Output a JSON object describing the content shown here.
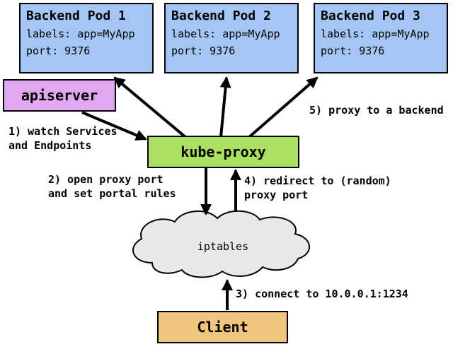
{
  "pods": [
    {
      "title": "Backend Pod 1",
      "labels": "labels: app=MyApp",
      "port": "port: 9376"
    },
    {
      "title": "Backend Pod 2",
      "labels": "labels: app=MyApp",
      "port": "port: 9376"
    },
    {
      "title": "Backend Pod 3",
      "labels": "labels: app=MyApp",
      "port": "port: 9376"
    }
  ],
  "nodes": {
    "apiserver": "apiserver",
    "kube_proxy": "kube-proxy",
    "iptables": "iptables",
    "client": "Client"
  },
  "steps": {
    "step1": "1) watch Services\nand Endpoints",
    "step2": "2) open proxy port\nand set portal rules",
    "step3": "3) connect to 10.0.0.1:1234",
    "step4": "4) redirect to (random)\nproxy port",
    "step5": "5) proxy to a backend"
  },
  "colors": {
    "pod_fill": "#a4c6f4",
    "apiserver_fill": "#dfa8f0",
    "kube_proxy_fill": "#abe060",
    "client_fill": "#f2c57f",
    "cloud_fill": "#e9e9e9",
    "outline": "#000000",
    "arrow": "#000000",
    "background": "#ffffff"
  }
}
